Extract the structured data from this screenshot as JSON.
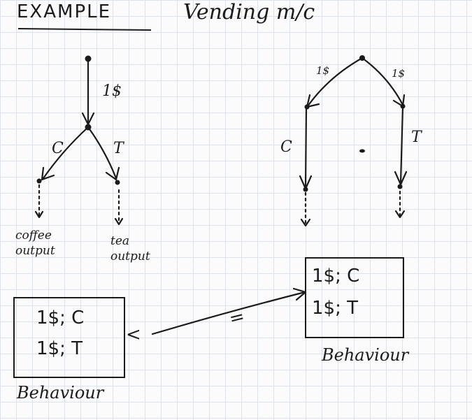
{
  "title_left": "EXAMPLE",
  "title_right": "Vending m/c",
  "left_tree": {
    "edge_root": "1$",
    "edge_c": "C",
    "edge_t": "T",
    "out_coffee": [
      "coffee",
      "output"
    ],
    "out_tea": [
      "tea",
      "output"
    ]
  },
  "right_tree": {
    "edge_left": "1$",
    "edge_right": "1$",
    "edge_c": "C",
    "edge_t": "T"
  },
  "relation_symbol": "=",
  "relation_marker": "<",
  "left_box": {
    "rows": [
      "1$; C",
      "1$; T"
    ],
    "caption": "Behaviour"
  },
  "right_box": {
    "rows": [
      "1$; C",
      "1$; T"
    ],
    "caption": "Behaviour"
  },
  "colors": {
    "ink": "#1b1b1b",
    "grid": "#dde3ea",
    "paper": "#fbfbfb"
  }
}
